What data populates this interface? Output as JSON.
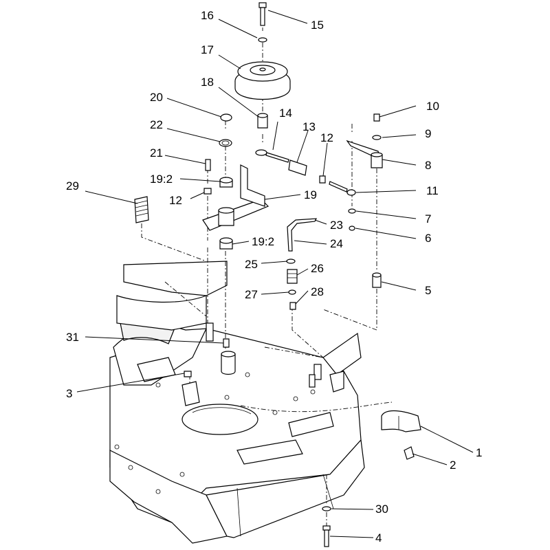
{
  "callouts": {
    "c1": "1",
    "c2": "2",
    "c3": "3",
    "c4": "4",
    "c5": "5",
    "c6": "6",
    "c7": "7",
    "c8": "8",
    "c9": "9",
    "c10": "10",
    "c11": "11",
    "c12a": "12",
    "c12b": "12",
    "c13": "13",
    "c14": "14",
    "c15": "15",
    "c16": "16",
    "c17": "17",
    "c18": "18",
    "c19": "19",
    "c19_2a": "19:2",
    "c19_2b": "19:2",
    "c20": "20",
    "c21": "21",
    "c22": "22",
    "c23": "23",
    "c24": "24",
    "c25": "25",
    "c26": "26",
    "c27": "27",
    "c28": "28",
    "c29": "29",
    "c30": "30",
    "c31": "31"
  }
}
